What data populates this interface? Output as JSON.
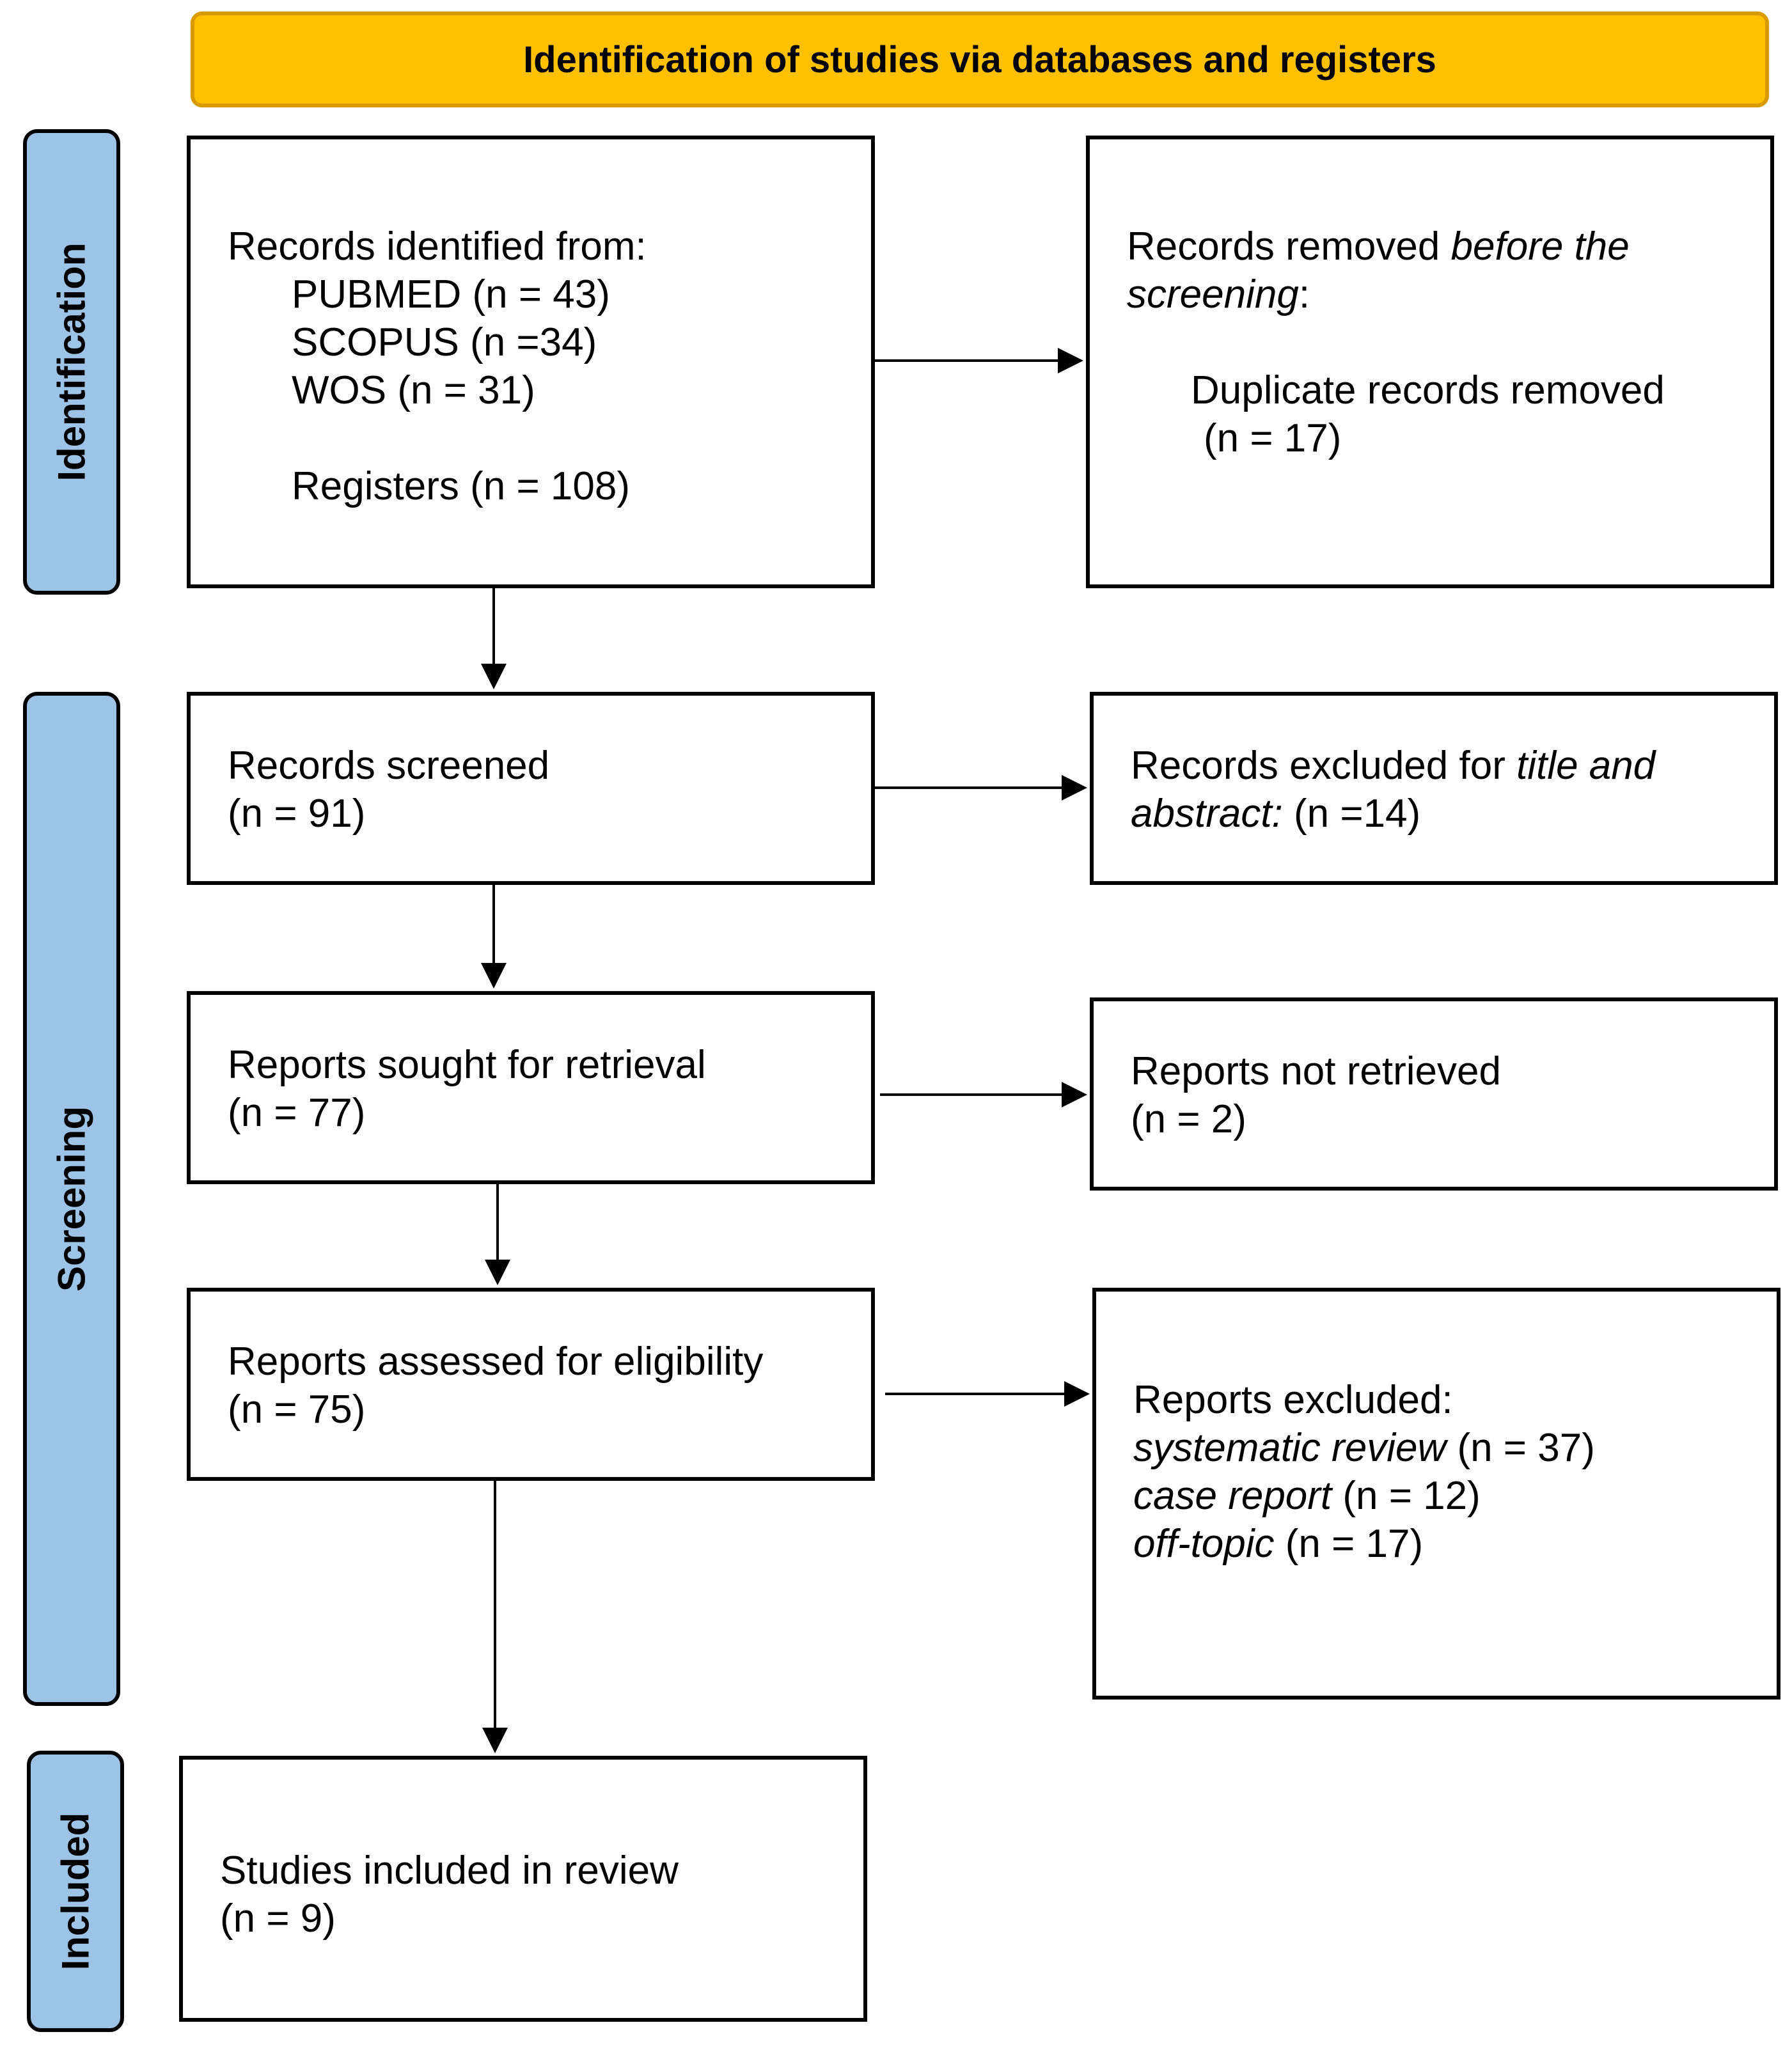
{
  "header": "Identification of studies via databases and registers",
  "phases": {
    "identification": "Identification",
    "screening": "Screening",
    "included": "Included"
  },
  "identified": {
    "title": "Records identified from:",
    "pubmed": "PUBMED (n = 43)",
    "scopus": "SCOPUS (n =34)",
    "wos": "WOS (n = 31)",
    "registers": "Registers (n = 108)"
  },
  "removed": {
    "line1_plain": "Records removed ",
    "line1_italic": "before the",
    "line2_italic": "screening",
    "line2_plain": ":",
    "detail": "Duplicate records removed",
    "count": "(n = 17)"
  },
  "screened": {
    "title": "Records screened",
    "count": "(n = 91)"
  },
  "excluded_ta": {
    "line1_plain": "Records excluded for ",
    "line1_italic": "title and",
    "line2_italic": "abstract:",
    "line2_plain": " (n =14)"
  },
  "sought": {
    "title": "Reports sought for retrieval",
    "count": "(n = 77)"
  },
  "not_retrieved": {
    "title": "Reports not retrieved",
    "count": "(n = 2)"
  },
  "assessed": {
    "title": "Reports assessed for eligibility",
    "count": "(n = 75)"
  },
  "reports_excluded": {
    "title": "Reports excluded:",
    "reasons": [
      {
        "label": "systematic review",
        "count": " (n = 37)"
      },
      {
        "label": "case report",
        "count": " (n = 12)"
      },
      {
        "label": "off-topic",
        "count": " (n = 17)"
      }
    ]
  },
  "included": {
    "title": "Studies included in review",
    "count": "(n = 9)"
  }
}
